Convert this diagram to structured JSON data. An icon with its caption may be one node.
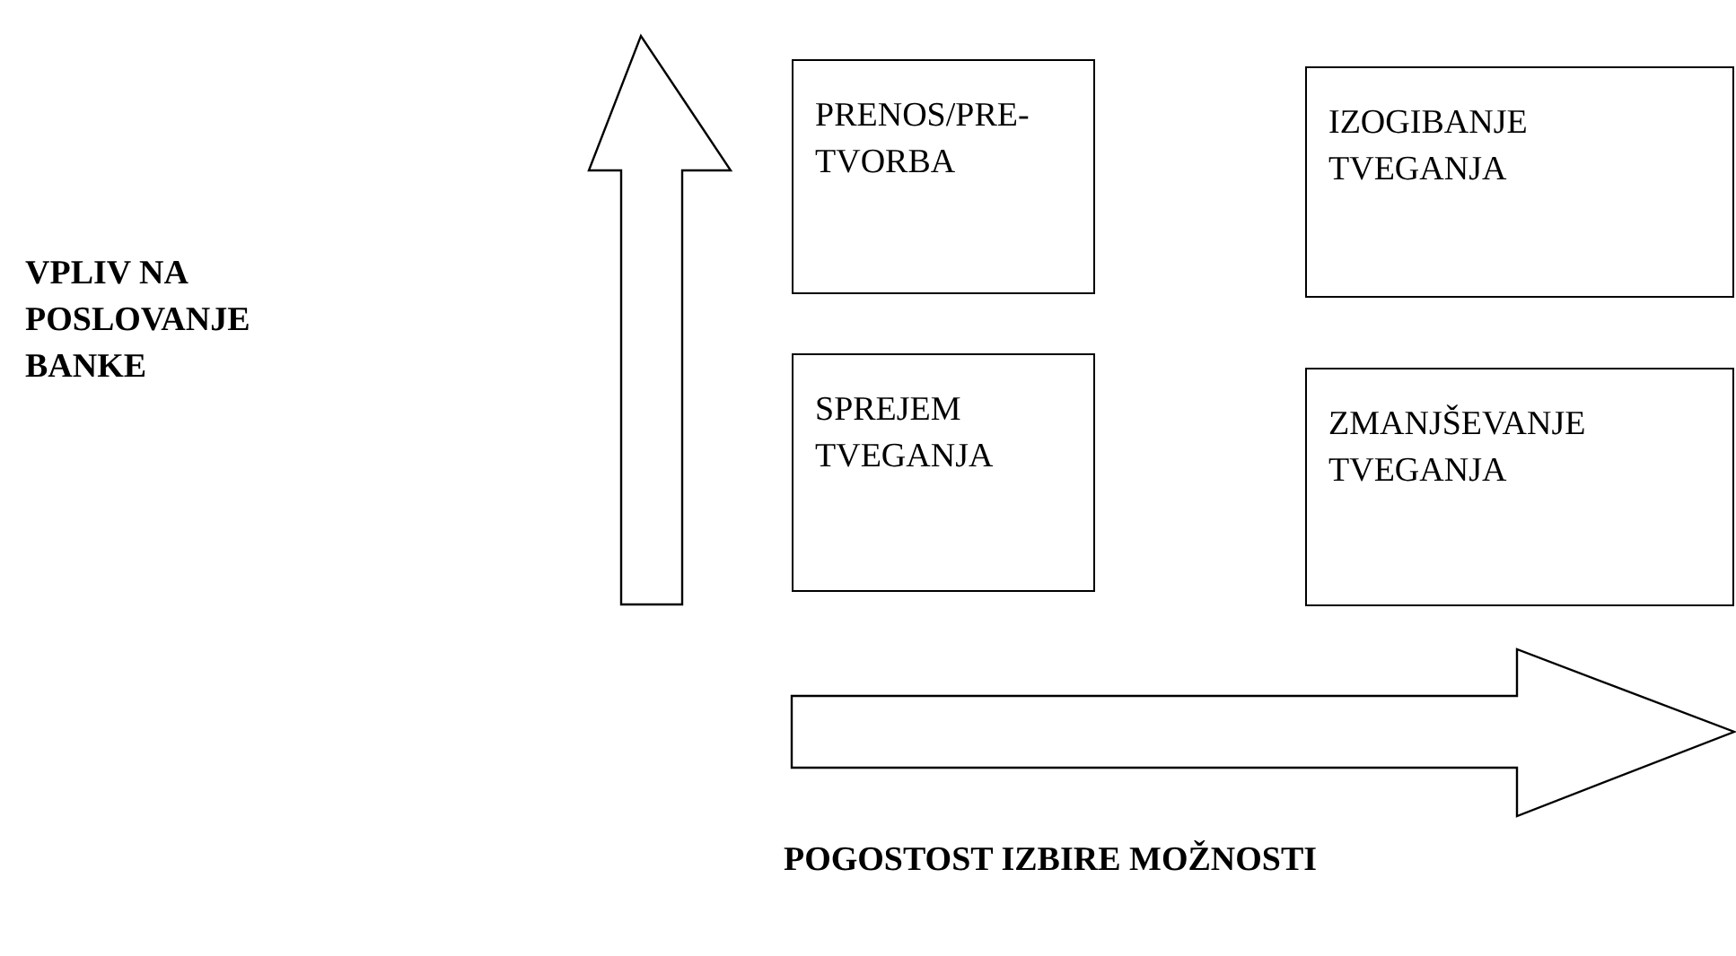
{
  "diagram": {
    "nodes": [
      {
        "text": [
          "PRENOS/PRE- TVORBA"
        ]
      },
      {
        "text": [
          "IZOGIBANJE TVEGANJA"
        ]
      },
      {
        "text": [
          "SPREJEM TVEGANJA"
        ]
      },
      {
        "text": [
          "ZMANJŠEVANJE TVEGANJA"
        ]
      }
    ],
    "labels": [
      "VPLIV NA POSLOVANJE BANKE",
      "POGOSTOST IZBIRE MOŽNOSTI"
    ]
  }
}
